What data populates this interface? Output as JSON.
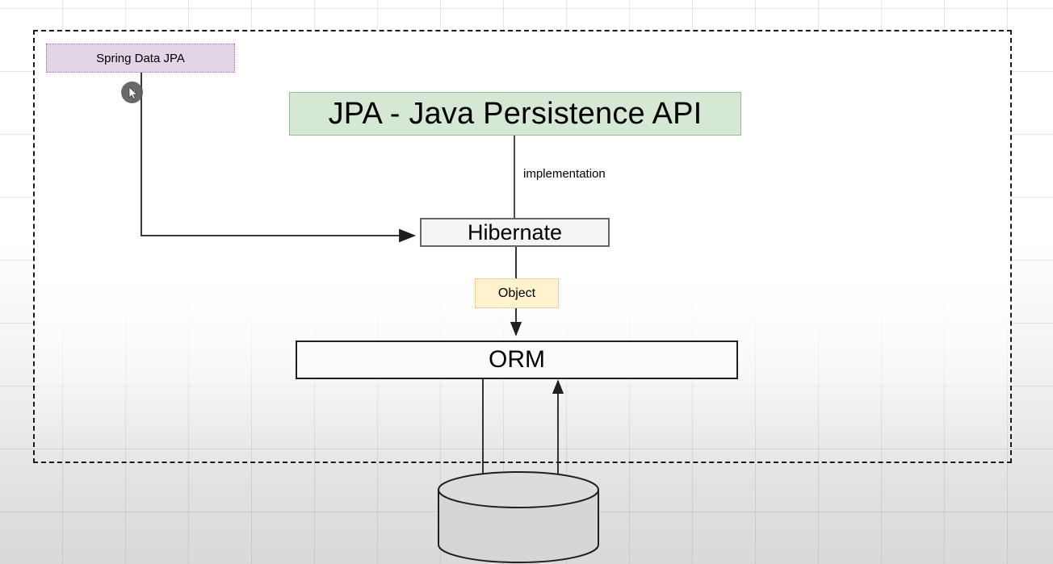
{
  "diagram": {
    "title": "JPA / Hibernate / ORM architecture diagram",
    "container": {
      "name": "dashed-boundary",
      "border_style": "dashed",
      "border_color": "#1a1a1a"
    },
    "nodes": [
      {
        "id": "spring-data-jpa",
        "label": "Spring Data JPA",
        "fill": "#e1d5e7",
        "stroke": "#9673a6",
        "stroke_style": "dotted"
      },
      {
        "id": "jpa",
        "label": "JPA - Java Persistence API",
        "fill": "#d5e8d4",
        "stroke": "#97b996",
        "stroke_style": "solid"
      },
      {
        "id": "hibernate",
        "label": "Hibernate",
        "fill": "#f5f5f5",
        "stroke": "#666666",
        "stroke_style": "solid"
      },
      {
        "id": "object",
        "label": "Object",
        "fill": "#fff2cc",
        "stroke": "#d6b656",
        "stroke_style": "dotted"
      },
      {
        "id": "orm",
        "label": "ORM",
        "fill": "#fbfbfb",
        "stroke": "#1f1f1f",
        "stroke_style": "solid"
      },
      {
        "id": "database",
        "label": "",
        "shape": "cylinder",
        "fill": "#d9d9d9",
        "stroke": "#1f1f1f",
        "stroke_style": "solid"
      }
    ],
    "edges": [
      {
        "id": "jpa-to-hibernate",
        "from": "jpa",
        "to": "hibernate",
        "label": "implementation",
        "arrow": "none"
      },
      {
        "id": "spring-to-hibernate",
        "from": "spring-data-jpa",
        "to": "hibernate",
        "label": "",
        "arrow": "end"
      },
      {
        "id": "hibernate-to-orm",
        "from": "hibernate",
        "to": "orm",
        "label": "",
        "arrow": "end"
      },
      {
        "id": "orm-to-database",
        "from": "orm",
        "to": "database",
        "label": "",
        "arrow": "end"
      },
      {
        "id": "database-to-orm",
        "from": "database",
        "to": "orm",
        "label": "",
        "arrow": "end"
      }
    ],
    "cursor": {
      "name": "mouse-cursor",
      "highlight_color": "#5c5c5c"
    },
    "colors": {
      "background": "#ffffff",
      "grid_line": "#bdbdbd",
      "edge_line": "#1f1f1f"
    }
  }
}
